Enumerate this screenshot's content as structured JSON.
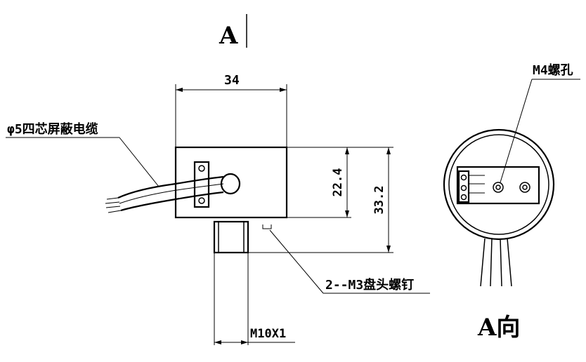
{
  "labels": {
    "view_marker": "A",
    "width_dim": "34",
    "cable_note": "φ5四芯屏蔽电缆",
    "height_inner_dim": "22.4",
    "height_outer_dim": "33.2",
    "screw_note": "2--M3盘头螺钉",
    "thread_note": "M10X1",
    "hole_note": "M4螺孔",
    "view_title": "A向"
  },
  "colors": {
    "line": "#000000",
    "background": "#ffffff"
  }
}
